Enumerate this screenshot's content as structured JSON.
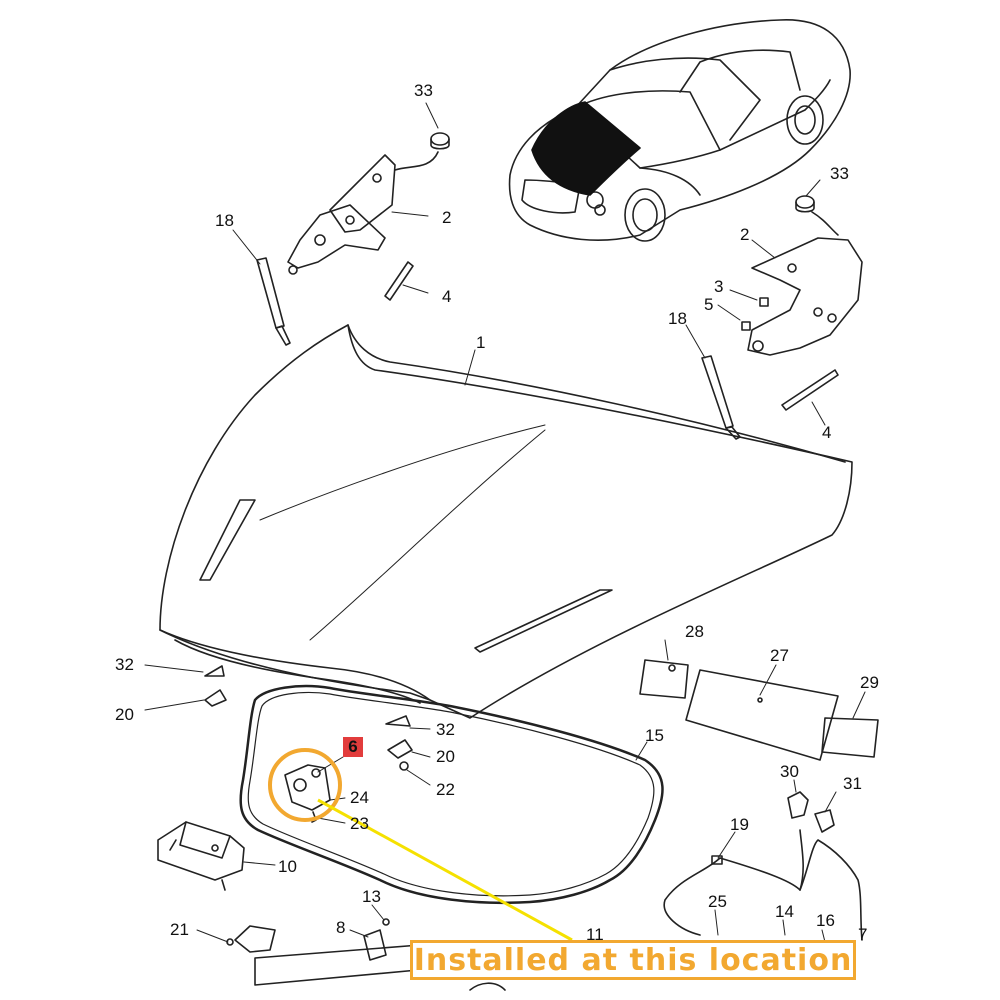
{
  "labels": {
    "l1": "1",
    "l2a": "2",
    "l2b": "2",
    "l3": "3",
    "l4a": "4",
    "l4b": "4",
    "l5": "5",
    "l6": "6",
    "l7": "7",
    "l8": "8",
    "l10": "10",
    "l11": "11",
    "l13": "13",
    "l14": "14",
    "l15": "15",
    "l16": "16",
    "l18a": "18",
    "l18b": "18",
    "l19": "19",
    "l20a": "20",
    "l20b": "20",
    "l21": "21",
    "l22": "22",
    "l23": "23",
    "l24": "24",
    "l25": "25",
    "l27": "27",
    "l28": "28",
    "l29": "29",
    "l30": "30",
    "l31": "31",
    "l32a": "32",
    "l32b": "32",
    "l33a": "33",
    "l33b": "33"
  },
  "callout": {
    "text": "Installed at this location"
  },
  "colors": {
    "highlight_label_bg": "#e23c3c",
    "callout": "#f2a830",
    "pointer_line": "#f5e100",
    "line": "#222222"
  }
}
